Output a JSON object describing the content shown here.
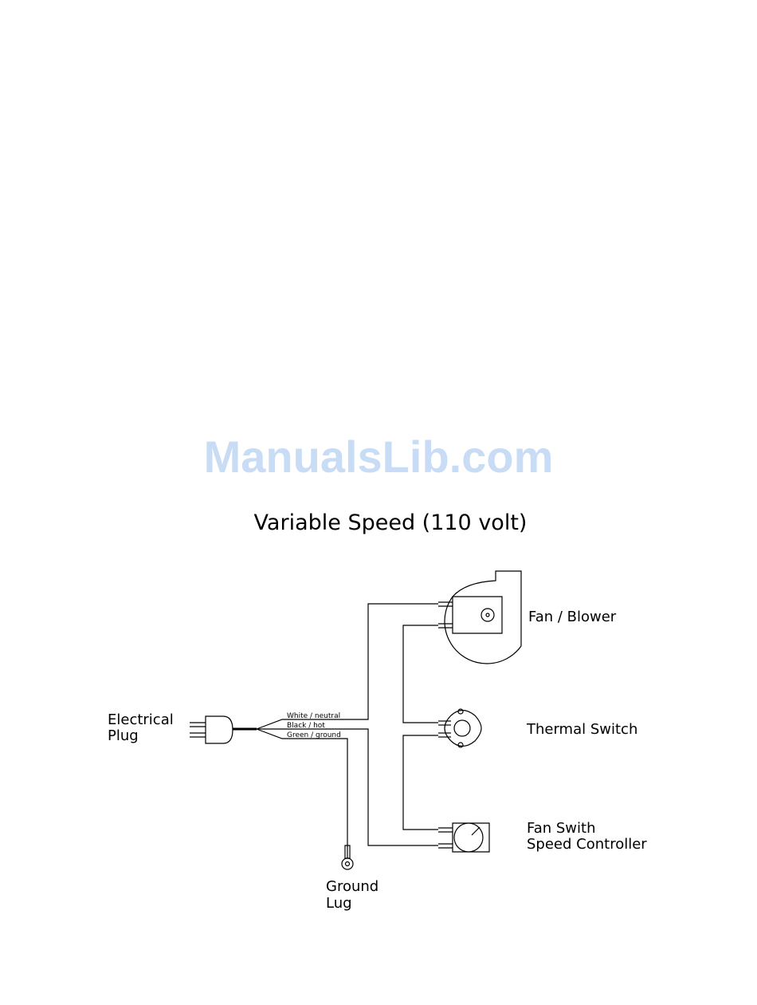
{
  "watermark": {
    "text": "ManualsLib.com",
    "color": "#c9dcf5"
  },
  "diagram": {
    "title": "Variable Speed (110 volt)",
    "components": {
      "plug": {
        "line1": "Electrical",
        "line2": "Plug"
      },
      "fan": {
        "label": "Fan / Blower"
      },
      "thermal": {
        "label": "Thermal Switch"
      },
      "controller": {
        "line1": "Fan Swith",
        "line2": "Speed Controller"
      },
      "ground": {
        "line1": "Ground",
        "line2": "Lug"
      }
    },
    "wires": {
      "white": "White / neutral",
      "black": "Black / hot",
      "green": "Green / ground"
    },
    "colors": {
      "line": "#000000"
    }
  }
}
